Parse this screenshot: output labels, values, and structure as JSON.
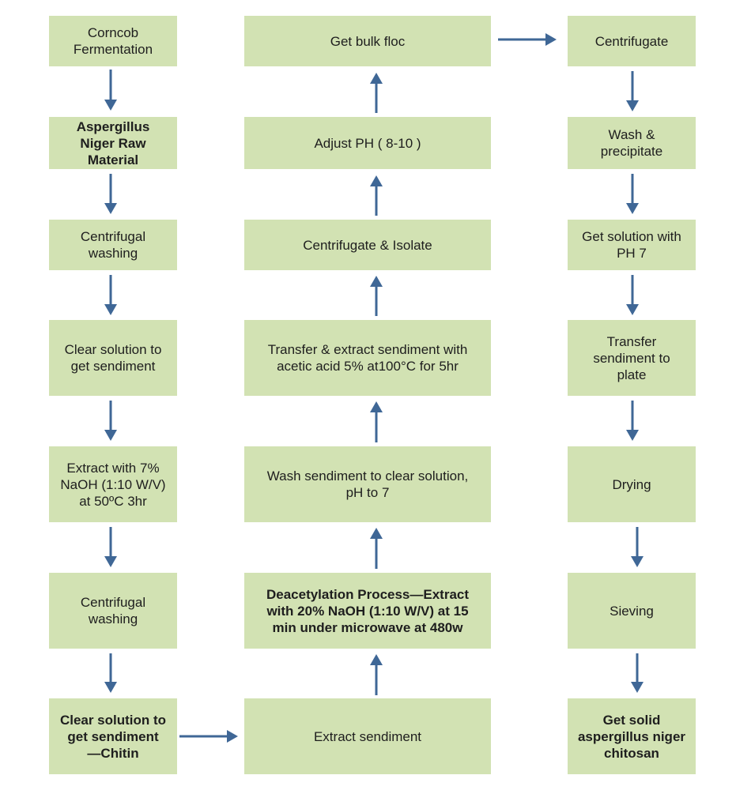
{
  "flowchart": {
    "colors": {
      "box_fill": "#d2e2b3",
      "arrow": "#3f6796",
      "text": "#1e1e1e"
    },
    "col1": {
      "corncob_fermentation": "Corncob\nFermentation",
      "aspergillus_raw_material": "Aspergillus\nNiger Raw\nMaterial",
      "centrifugal_washing_1": "Centrifugal\nwashing",
      "clear_solution_sendiment": "Clear solution to\nget sendiment",
      "extract_naoh": "Extract with 7%\nNaOH (1:10 W/V)\nat 50ºC 3hr",
      "centrifugal_washing_2": "Centrifugal\nwashing",
      "clear_solution_chitin": "Clear solution to\nget sendiment\n—Chitin"
    },
    "col2": {
      "extract_sendiment": "Extract sendiment",
      "deacetylation": "Deacetylation Process—Extract\nwith 20% NaOH (1:10 W/V) at 15\nmin under microwave at 480w",
      "wash_sendiment": "Wash sendiment to clear solution,\npH to 7",
      "transfer_extract": "Transfer & extract sendiment with\nacetic acid 5% at100°C for 5hr",
      "centrifugate_isolate": "Centrifugate & Isolate",
      "adjust_ph": "Adjust PH ( 8-10 )",
      "get_bulk_floc": "Get bulk floc"
    },
    "col3": {
      "centrifugate": "Centrifugate",
      "wash_precipitate": "Wash &\nprecipitate",
      "solution_ph7": "Get solution with\nPH 7",
      "transfer_plate": "Transfer\nsendiment to\nplate",
      "drying": "Drying",
      "sieving": "Sieving",
      "solid_chitosan": "Get solid\naspergillus niger\nchitosan"
    }
  }
}
